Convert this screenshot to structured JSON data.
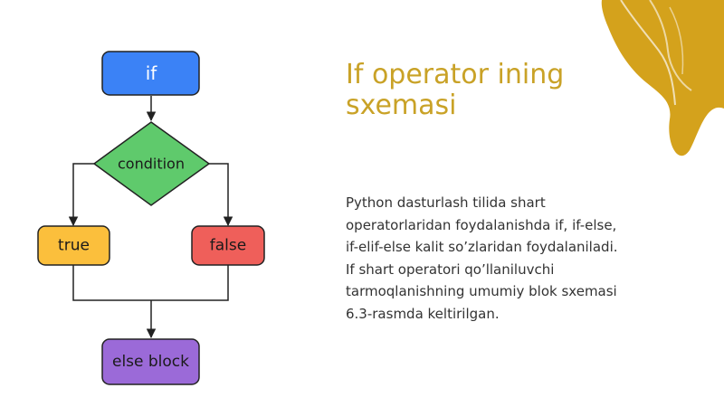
{
  "slide": {
    "title": " If operator ining sxemasi",
    "body": " Python dasturlash tilida shart operatorlaridan foydalanishda if, if-else, if-elif-else kalit so’zlaridan foydalaniladi. If shart operatori qo’llaniluvchi tarmoqlanishning umumiy blok sxemasi 6.3-rasmda keltirilgan."
  },
  "flowchart": {
    "nodes": {
      "if": {
        "label": "if",
        "color": "#3b82f6"
      },
      "condition": {
        "label": "condition",
        "color": "#5fca6c"
      },
      "true": {
        "label": "true",
        "color": "#fbbf3c"
      },
      "false": {
        "label": "false",
        "color": "#ef5f5a"
      },
      "else_block": {
        "label": "else block",
        "color": "#9b6ad8"
      }
    }
  },
  "colors": {
    "title": "#c9a227",
    "body_text": "#333333",
    "accent_gold": "#d4a21c",
    "node_stroke": "#222222"
  }
}
